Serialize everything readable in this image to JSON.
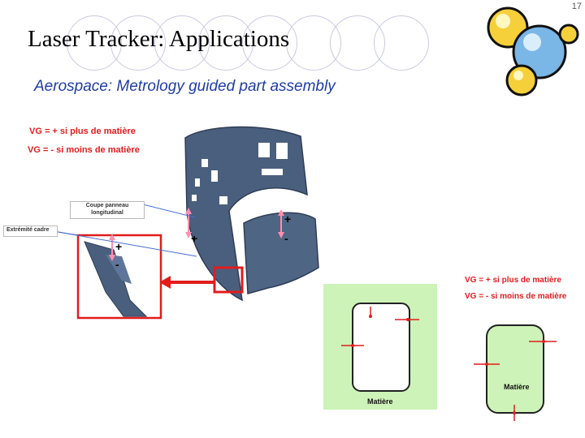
{
  "page_number": "17",
  "title": "Laser Tracker: Applications",
  "subtitle": "Aerospace: Metrology guided part assembly",
  "figure": {
    "legend_vg_plus": "VG = + si plus de matière",
    "legend_vg_minus": "VG = - si moins de matière",
    "callout_coupe": "Coupe panneau longitudinal",
    "callout_extremite": "Extrémité cadre",
    "sign_plus": "+",
    "sign_minus": "-",
    "matiere_label": "Matière",
    "legend2_vg_plus": "VG  = + si plus de matière",
    "legend2_vg_minus": "VG = - si moins de matière"
  },
  "colors": {
    "title_blue": "#1f3ca6",
    "label_red": "#e21c1c",
    "panel_green": "#cdf3b8",
    "fuselage_blue": "#4a5f7e",
    "logo_yellow": "#f5d03a",
    "logo_blue": "#7ab6e6"
  },
  "icons": [
    "logo-molecule-icon"
  ]
}
